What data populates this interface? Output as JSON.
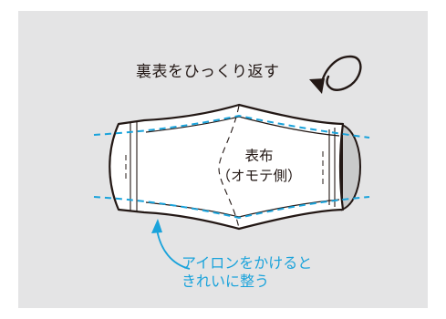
{
  "labels": {
    "instruction": "裏表をひっくり返す",
    "face_line1": "表布",
    "face_line2": "（オモテ側）",
    "note_line1": "アイロンをかけると",
    "note_line2": "きれいに整う"
  },
  "colors": {
    "panel_background": "#e4e4e5",
    "outline": "#231815",
    "fabric": "#ffffff",
    "inner_opening": "#c9caca",
    "guide_dashes": "#1aa3db",
    "note_text": "#1aa3db"
  },
  "icons": {
    "flip_arrow": "curved-arrow-icon",
    "press_arrow": "pointer-arrow-icon"
  }
}
